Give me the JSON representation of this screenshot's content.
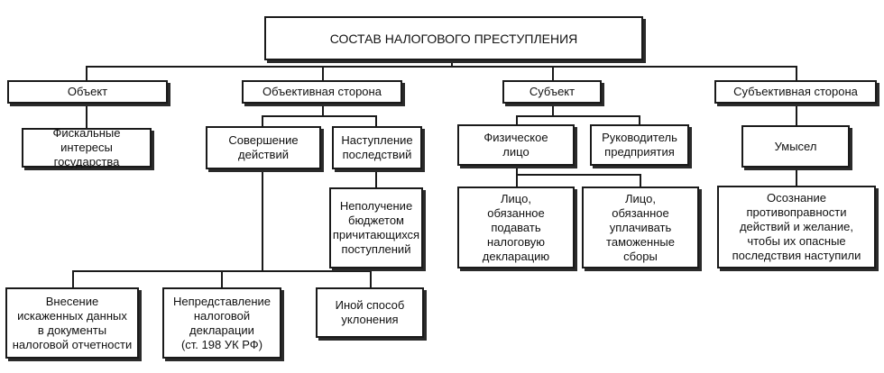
{
  "diagram": {
    "root": "СОСТАВ НАЛОГОВОГО ПРЕСТУПЛЕНИЯ",
    "object": {
      "label": "Объект",
      "child": "Фискальные\nинтересы государства"
    },
    "objective_side": {
      "label": "Объективная сторона",
      "actions": {
        "label": "Совершение\nдействий",
        "children": [
          "Внесение\nискаженных данных\nв документы\nналоговой отчетности",
          "Непредставление\nналоговой\nдекларации\n(ст. 198 УК РФ)",
          "Иной способ\nуклонения"
        ]
      },
      "consequences": {
        "label": "Наступление\nпоследствий",
        "child": "Неполучение\nбюджетом\nпричитающихся\nпоступлений"
      }
    },
    "subject": {
      "label": "Субъект",
      "physical": {
        "label": "Физическое\nлицо",
        "children": [
          "Лицо,\nобязанное\nподавать\nналоговую\nдекларацию",
          "Лицо,\nобязанное\nуплачивать\nтаможенные\nсборы"
        ]
      },
      "manager": "Руководитель\nпредприятия"
    },
    "subjective_side": {
      "label": "Субъективная сторона",
      "intent": {
        "label": "Умысел",
        "child": "Осознание\nпротивоправности\nдействий и желание,\nчтобы их опасные\nпоследствия наступили"
      }
    }
  }
}
